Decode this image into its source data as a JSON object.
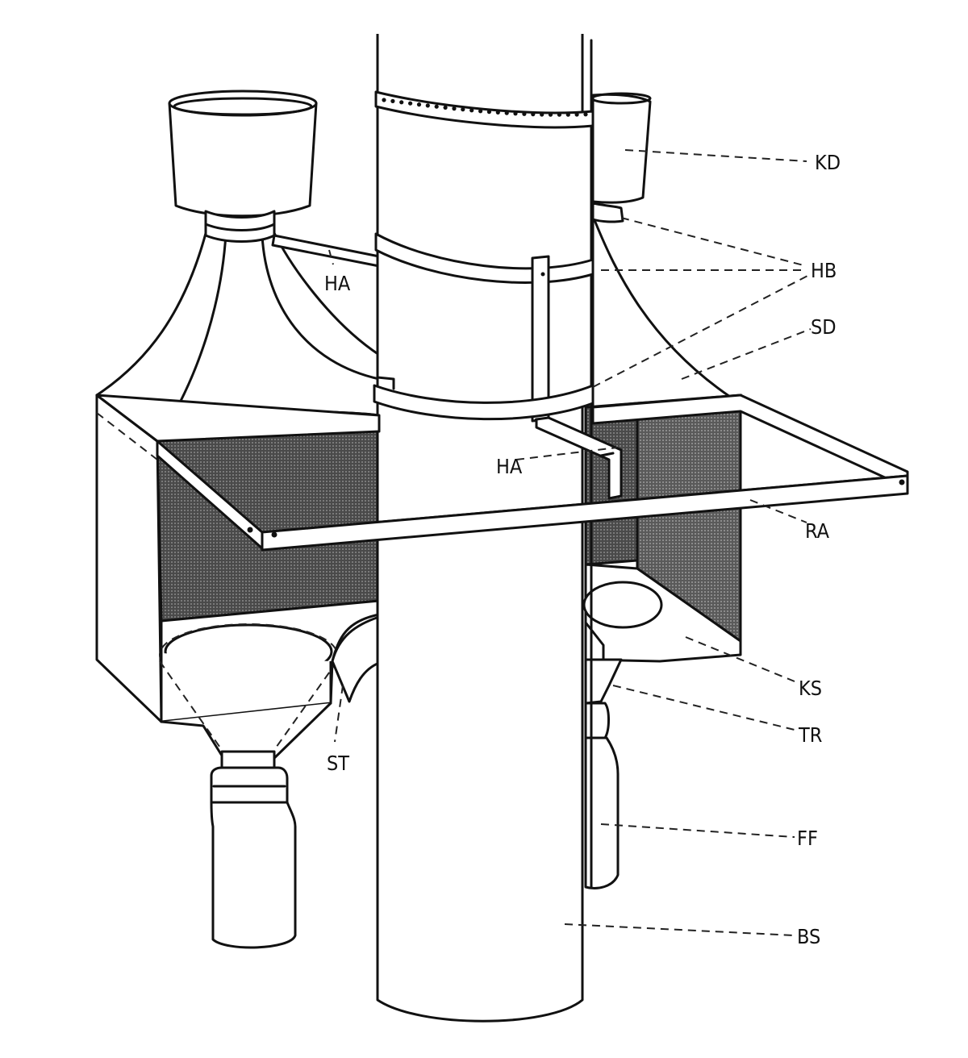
{
  "labels": {
    "kd": "KD",
    "hb": "HB",
    "sd": "SD",
    "ha_upper": "HA",
    "ha_lower": "HA",
    "ra": "RA",
    "ks": "KS",
    "tr": "TR",
    "st": "ST",
    "ff": "FF",
    "bs": "BS"
  },
  "colors": {
    "line": "#111111",
    "mesh": "#555555",
    "background": "#ffffff"
  }
}
